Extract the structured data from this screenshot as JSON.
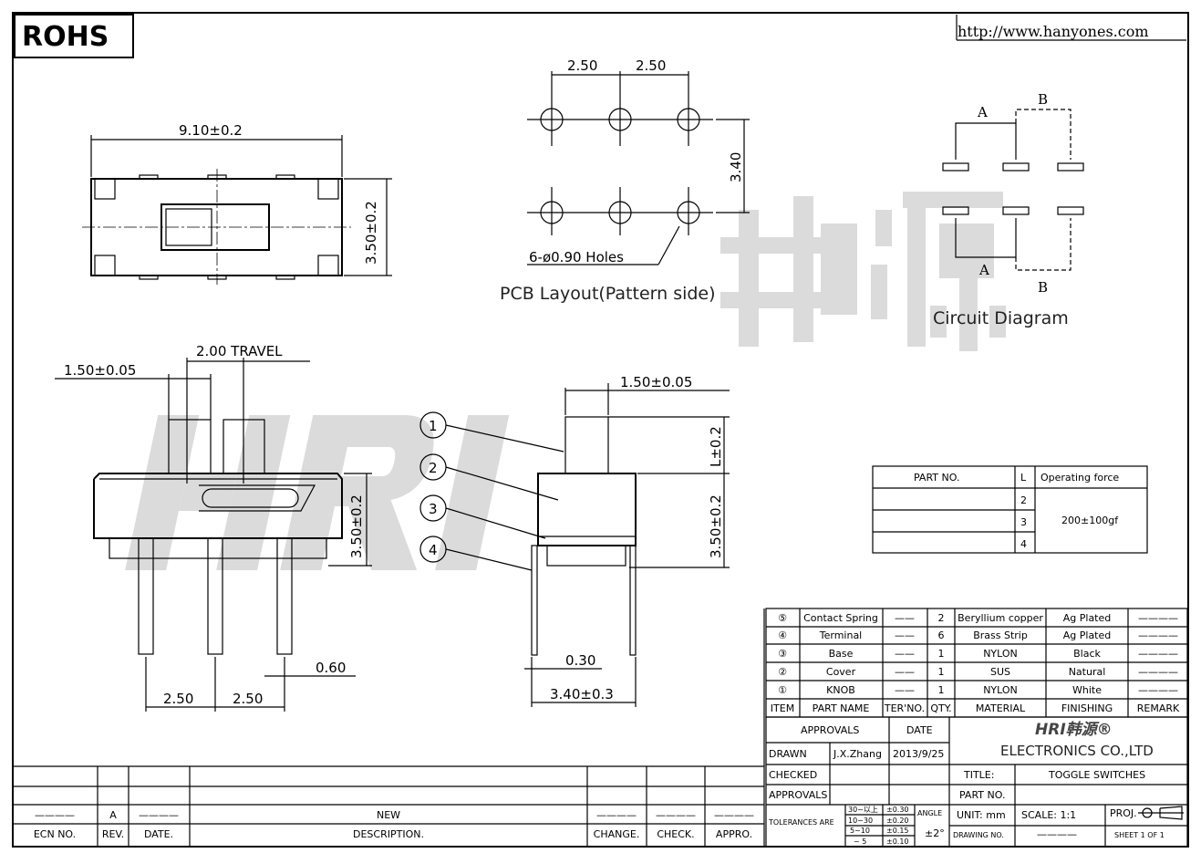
{
  "header": {
    "rohs": "ROHS",
    "url": "http://www.hanyones.com"
  },
  "watermark": "HRI韩源",
  "top_view": {
    "width_dim": "9.10±0.2",
    "height_dim": "3.50±0.2"
  },
  "pcb_layout": {
    "pitch1": "2.50",
    "pitch2": "2.50",
    "row_dim": "3.40",
    "holes": "6-ø0.90 Holes",
    "caption": "PCB Layout(Pattern side)"
  },
  "circuit": {
    "label_a_top": "A",
    "label_b_top": "B",
    "label_a_bottom": "A",
    "label_b_bottom": "B",
    "caption": "Circuit Diagram"
  },
  "side_view": {
    "travel": "2.00 TRAVEL",
    "knob_width": "1.50±0.05",
    "height": "3.50±0.2",
    "pin_w": "0.60",
    "pitch1": "2.50",
    "pitch2": "2.50"
  },
  "front_view": {
    "knob_width": "1.50±0.05",
    "knob_len": "L±0.2",
    "height": "3.50±0.2",
    "pin_w": "0.30",
    "width": "3.40±0.3",
    "callouts": [
      "1",
      "2",
      "3",
      "4"
    ]
  },
  "part_table": {
    "headers": [
      "PART NO.",
      "L",
      "Operating force"
    ],
    "rows": [
      {
        "part": "",
        "l": "2"
      },
      {
        "part": "",
        "l": "3"
      },
      {
        "part": "",
        "l": "4"
      }
    ],
    "force": "200±100gf"
  },
  "bom": {
    "headers": [
      "ITEM",
      "PART NAME",
      "TER'NO.",
      "QTY.",
      "MATERIAL",
      "FINISHING",
      "REMARK"
    ],
    "rows": [
      {
        "item": "⑤",
        "name": "Contact Spring",
        "ter": "——",
        "qty": "2",
        "material": "Beryllium copper",
        "finish": "Ag Plated",
        "remark": "————"
      },
      {
        "item": "④",
        "name": "Terminal",
        "ter": "——",
        "qty": "6",
        "material": "Brass Strip",
        "finish": "Ag Plated",
        "remark": "————"
      },
      {
        "item": "③",
        "name": "Base",
        "ter": "——",
        "qty": "1",
        "material": "NYLON",
        "finish": "Black",
        "remark": "————"
      },
      {
        "item": "②",
        "name": "Cover",
        "ter": "——",
        "qty": "1",
        "material": "SUS",
        "finish": "Natural",
        "remark": "————"
      },
      {
        "item": "①",
        "name": "KNOB",
        "ter": "——",
        "qty": "1",
        "material": "NYLON",
        "finish": "White",
        "remark": "————"
      }
    ]
  },
  "title_block": {
    "approvals": "APPROVALS",
    "date": "DATE",
    "drawn": "DRAWN",
    "drawn_by": "J.X.Zhang",
    "drawn_date": "2013/9/25",
    "checked": "CHECKED",
    "approvals2": "APPROVALS",
    "logo": "HRI韩源®",
    "company": "ELECTRONICS CO.,LTD",
    "title_label": "TITLE:",
    "title": "TOGGLE SWITCHES",
    "part_no_label": "PART NO.",
    "tolerances": "TOLERANCES ARE",
    "tol_ranges": [
      "30~以上",
      "10~30",
      "5~10",
      "~ 5"
    ],
    "tol_values": [
      "±0.30",
      "±0.20",
      "±0.15",
      "±0.10"
    ],
    "angle": "ANGLE",
    "angle_tol": "±2°",
    "unit": "UNIT: mm",
    "drawing_no_label": "DRAWING NO.",
    "drawing_no": "————",
    "scale": "SCALE:  1:1",
    "proj": "PROJ.",
    "sheet": "SHEET  1 OF 1"
  },
  "revision": {
    "headers": [
      "ECN NO.",
      "REV.",
      "DATE.",
      "DESCRIPTION.",
      "CHANGE.",
      "CHECK.",
      "APPRO."
    ],
    "row": [
      "————",
      "A",
      "————",
      "NEW",
      "————",
      "————",
      "————"
    ]
  }
}
